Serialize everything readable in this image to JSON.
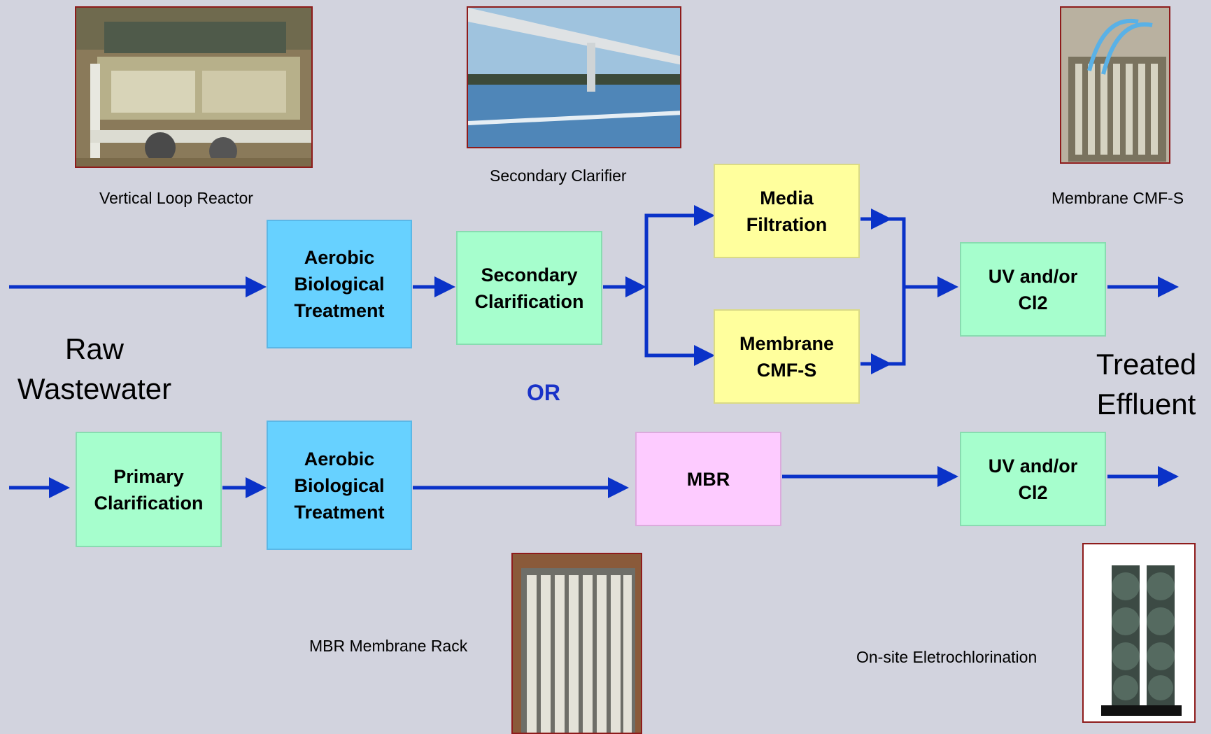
{
  "captions": {
    "vertical_loop_reactor": "Vertical Loop Reactor",
    "secondary_clarifier": "Secondary Clarifier",
    "membrane_cmf_s": "Membrane CMF-S",
    "mbr_membrane_rack": "MBR Membrane Rack",
    "onsite_electrochlorination": "On-site Eletrochlorination"
  },
  "labels": {
    "raw_wastewater": "Raw\nWastewater",
    "treated_effluent": "Treated\nEffluent",
    "or": "OR"
  },
  "boxes": {
    "aerobic_top": "Aerobic\nBiological\nTreatment",
    "secondary_clarification": "Secondary\nClarification",
    "media_filtration": "Media\nFiltration",
    "membrane_cmf_s": "Membrane\nCMF-S",
    "uv_top": "UV and/or\nCl2",
    "primary_clarification": "Primary\nClarification",
    "aerobic_bottom": "Aerobic\nBiological\nTreatment",
    "mbr": "MBR",
    "uv_bottom": "UV and/or\nCl2"
  },
  "colors": {
    "background": "#d2d3de",
    "arrow": "#0a32c8",
    "aerobic_box": "#67d1ff",
    "clarification_box": "#a6fecd",
    "filtration_box": "#ffff9d",
    "mbr_box": "#fdcbff",
    "photo_border": "#8e1b1b"
  }
}
